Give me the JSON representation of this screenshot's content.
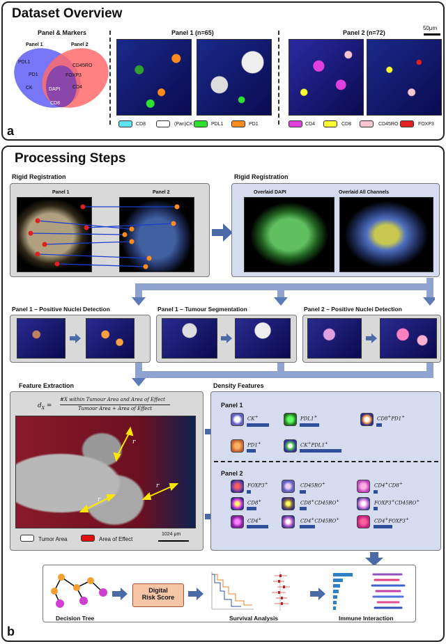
{
  "panel_a": {
    "title": "Dataset Overview",
    "letter": "a",
    "markers_title": "Panel & Markers",
    "venn": {
      "left_label": "Panel 1",
      "right_label": "Panel 2",
      "left_only": [
        "PDL1",
        "PD1",
        "CK"
      ],
      "right_only": [
        "CD45RO",
        "FOXP3",
        "CD4"
      ],
      "shared": [
        "DAPI",
        "CD8"
      ]
    },
    "panel1_title": "Panel 1 (n=65)",
    "panel2_title": "Panel 2 (n=72)",
    "scale": "50μm",
    "legend1": [
      {
        "label": "CD8",
        "color": "#5fe3f0"
      },
      {
        "label": "(Pan)CK",
        "color": "#ffffff"
      },
      {
        "label": "PDL1",
        "color": "#2fe02f"
      },
      {
        "label": "PD1",
        "color": "#ff8c1a"
      }
    ],
    "legend2": [
      {
        "label": "CD4",
        "color": "#e040e0"
      },
      {
        "label": "CD8",
        "color": "#ffff30"
      },
      {
        "label": "CD45RO",
        "color": "#f7c6d0"
      },
      {
        "label": "FOXP3",
        "color": "#e62020"
      }
    ]
  },
  "panel_b": {
    "title": "Processing Steps",
    "letter": "b",
    "rigid1": {
      "title": "Rigid Registration",
      "p1": "Panel 1",
      "p2": "Panel 2"
    },
    "rigid2": {
      "title": "Rigid Registration",
      "overlay_dapi": "Overlaid DAPI",
      "overlay_all": "Overlaid All Channels"
    },
    "step_titles": [
      "Panel 1 – Positive Nuclei Detection",
      "Panel 1 – Tumour Segmentation",
      "Panel 2 – Positive Nuclei Detection"
    ],
    "feature_title": "Feature Extraction",
    "formula_lhs": "d",
    "formula_sub": "X",
    "formula_num": "#X within Tumour Area and Area of Effect",
    "formula_den": "Tumour Area + Area of Effect",
    "r_label": "r",
    "legend_tumor": "Tumor Area",
    "legend_effect": "Area of Effect",
    "scale_b": "1024 μm",
    "density_title": "Density Features",
    "density_p1_title": "Panel 1",
    "density_p2_title": "Panel 2",
    "density_p1": [
      {
        "html": "CK",
        "sup": "+"
      },
      {
        "html": "PDL1",
        "sup": "+"
      },
      {
        "html": "CD8",
        "sup": "+",
        "extra": "PD1",
        "sup2": "+"
      },
      {
        "html": "PD1",
        "sup": "+"
      },
      {
        "html": "CK",
        "sup": "+",
        "extra": "PDL1",
        "sup2": "+"
      }
    ],
    "density_p2": [
      {
        "html": "FOXP3",
        "sup": "+"
      },
      {
        "html": "CD45RO",
        "sup": "+"
      },
      {
        "html": "CD4",
        "sup": "+",
        "extra": "CD8",
        "sup2": "+"
      },
      {
        "html": "CD8",
        "sup": "+"
      },
      {
        "html": "CD8",
        "sup": "+",
        "extra": "CD45RO",
        "sup2": "+"
      },
      {
        "html": "FOXP3",
        "sup": "+",
        "extra": "CD45RO",
        "sup2": "+"
      },
      {
        "html": "CD4",
        "sup": "+"
      },
      {
        "html": "CD4",
        "sup": "+",
        "extra": "CD45RO",
        "sup2": "+"
      },
      {
        "html": "CD4",
        "sup": "+",
        "extra": "FOXP3",
        "sup2": "+"
      }
    ],
    "bottom": {
      "decision_tree": "Decision Tree",
      "risk_line1": "Digital",
      "risk_line2": "Risk Score",
      "survival": "Survival Analysis",
      "immune": "Immune Interaction"
    }
  }
}
